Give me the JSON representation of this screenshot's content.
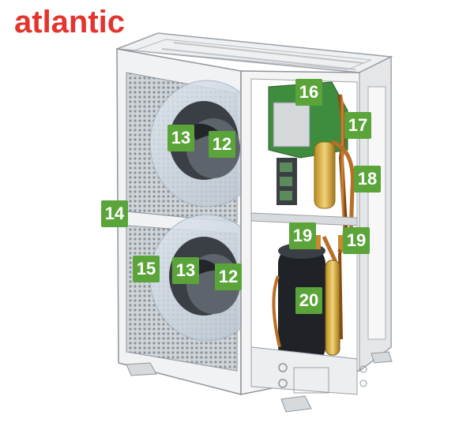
{
  "brand": {
    "logo_text": "atlantic",
    "color": "#e3342f"
  },
  "callout_color": "#5aa43a",
  "callouts": {
    "c16": "16",
    "c17": "17",
    "c18": "18",
    "c13_top": "13",
    "c12_top": "12",
    "c14": "14",
    "c19_left": "19",
    "c19_right": "19",
    "c15": "15",
    "c13_bottom": "13",
    "c12_bottom": "12",
    "c20": "20"
  }
}
